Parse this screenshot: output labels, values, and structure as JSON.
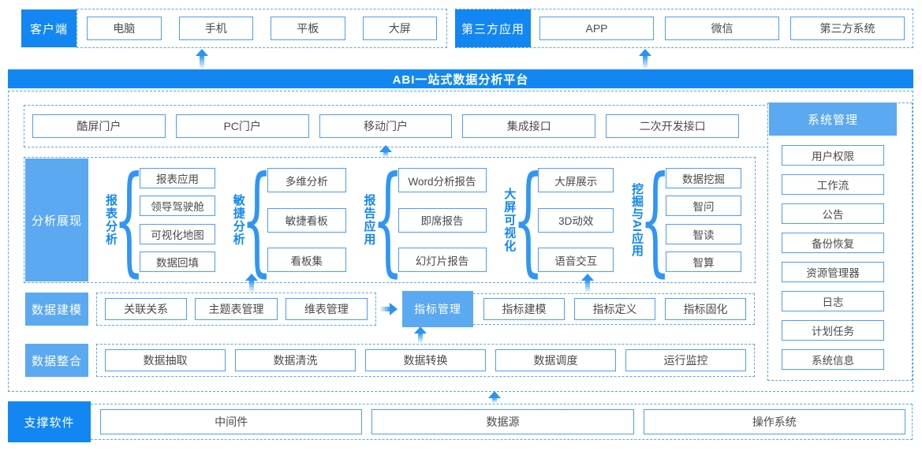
{
  "colors": {
    "primary_blue": "#1287f2",
    "light_blue": "#5ba9f0",
    "box_border": "#4d9ef0",
    "dashed_border": "#5aa6ee",
    "arrow": "#2b93f4",
    "box_text": "#4a4a4a"
  },
  "top": {
    "client": {
      "label": "客户端",
      "items": [
        "电脑",
        "手机",
        "平板",
        "大屏"
      ]
    },
    "third_party": {
      "label": "第三方应用",
      "items": [
        "APP",
        "微信",
        "第三方系统"
      ]
    }
  },
  "banner": {
    "title": "ABI一站式数据分析平台"
  },
  "platform": {
    "portals": [
      "酷屏门户",
      "PC门户",
      "移动门户",
      "集成接口",
      "二次开发接口"
    ],
    "analysis": {
      "label": "分析展现",
      "groups": [
        {
          "name": "报表分析",
          "items": [
            "报表应用",
            "领导驾驶舱",
            "可视化地图",
            "数据回填"
          ]
        },
        {
          "name": "敏捷分析",
          "items": [
            "多维分析",
            "敏捷看板",
            "看板集"
          ]
        },
        {
          "name": "报告应用",
          "items": [
            "Word分析报告",
            "即席报告",
            "幻灯片报告"
          ]
        },
        {
          "name": "大屏可视化",
          "items": [
            "大屏展示",
            "3D动效",
            "语音交互"
          ]
        },
        {
          "name": "挖掘与AI应用",
          "items": [
            "数据挖掘",
            "智问",
            "智读",
            "智算"
          ]
        }
      ]
    },
    "modeling": {
      "label": "数据建模",
      "items": [
        "关联关系",
        "主题表管理",
        "维表管理"
      ],
      "indicator": {
        "label": "指标管理",
        "items": [
          "指标建模",
          "指标定义",
          "指标固化"
        ]
      }
    },
    "integration": {
      "label": "数据整合",
      "items": [
        "数据抽取",
        "数据清洗",
        "数据转换",
        "数据调度",
        "运行监控"
      ]
    },
    "system": {
      "label": "系统管理",
      "items": [
        "用户权限",
        "工作流",
        "公告",
        "备份恢复",
        "资源管理器",
        "日志",
        "计划任务",
        "系统信息"
      ]
    }
  },
  "support": {
    "label": "支撑软件",
    "items": [
      "中间件",
      "数据源",
      "操作系统"
    ]
  }
}
